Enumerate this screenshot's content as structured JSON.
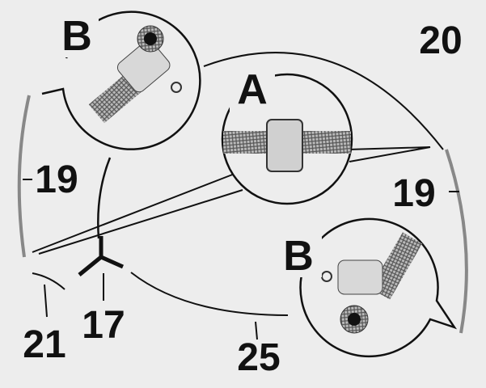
{
  "labels": {
    "detail_b_top": "B",
    "detail_a": "A",
    "detail_b_bottom": "B",
    "part_20": "20",
    "part_19_left": "19",
    "part_19_right": "19",
    "part_21": "21",
    "part_17": "17",
    "part_25": "25"
  },
  "colors": {
    "background": "#ededed",
    "line": "#111111",
    "hose": "#8a8a8a"
  }
}
